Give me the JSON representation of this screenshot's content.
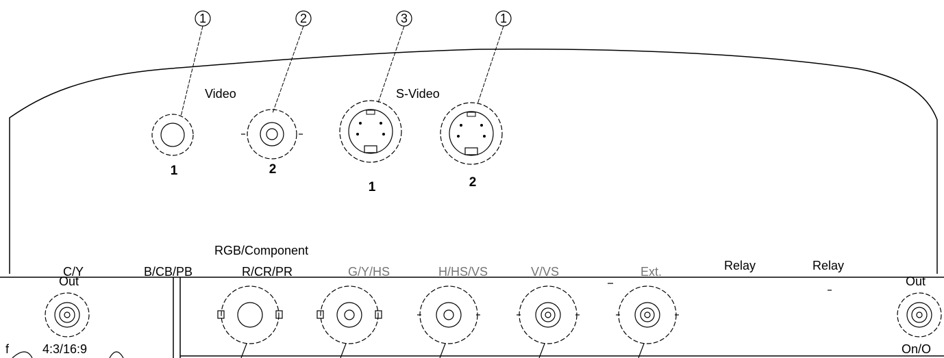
{
  "callouts": [
    "1",
    "2",
    "3",
    "1"
  ],
  "upper_panel": {
    "video_label": "Video",
    "svideo_label": "S-Video",
    "video_numbers": [
      "1",
      "2"
    ],
    "svideo_numbers": [
      "1",
      "2"
    ]
  },
  "lower_panel": {
    "rgb_component_label": "RGB/Component",
    "left_group": {
      "top_label": "C/Y",
      "out_label": "Out",
      "bottom_label": "4:3/16:9",
      "edge_text": "f"
    },
    "connector_labels": [
      "B/CB/PB",
      "R/CR/PR",
      "G/Y/HS",
      "H/HS/VS",
      "V/VS",
      "Ext."
    ],
    "relay_labels": [
      "Relay",
      "Relay"
    ],
    "right_group": {
      "out_label": "Out",
      "bottom_label": "On/O"
    }
  }
}
